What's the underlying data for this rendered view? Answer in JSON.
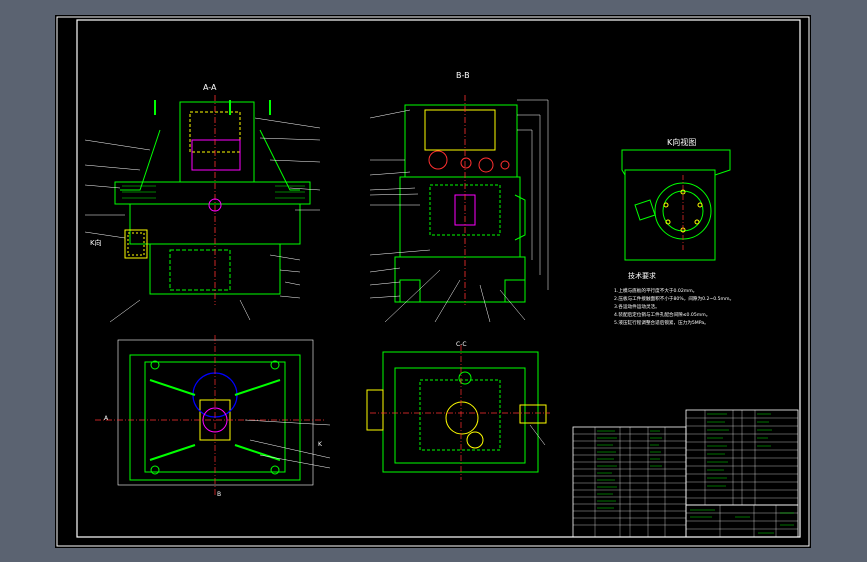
{
  "labels": {
    "section_aa": "A-A",
    "section_bb": "B-B",
    "section_cc": "C-C",
    "view_k": "K向视图",
    "view_k_marker": "K向",
    "tech_req_title": "技术要求",
    "tech_req_lines": [
      "1.上模与底板的平行度不大于0.02mm。",
      "2.压板与工件接触面积不小于80%，间隙为0.2~0.5mm。",
      "3.各运动件运动灵活。",
      "4.装配后定位销与工件孔配合间隙≤0.05mm。",
      "5.液压缸行程调整合适后锁紧，压力为5MPa。"
    ],
    "marker_a": "A",
    "marker_b": "B",
    "marker_k": "K"
  },
  "colors": {
    "background": "#000000",
    "frame": "#ffffff",
    "geometry": "#00ff00",
    "annotation": "#ffffff",
    "hatching": "#ffff00",
    "center_lines": "#ff3030",
    "bolts": "#ff00ff",
    "holes": "#ff0000",
    "outline_grey": "#5b6371"
  }
}
